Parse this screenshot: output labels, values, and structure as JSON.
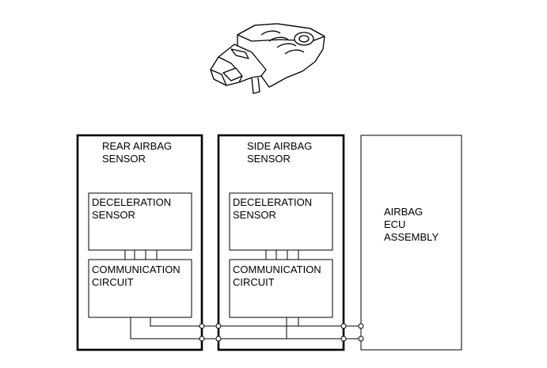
{
  "sensor_illustration": {
    "icon": "airbag-sensor-connector-icon"
  },
  "rear_sensor": {
    "title_line1": "REAR AIRBAG",
    "title_line2": "SENSOR",
    "decel_line1": "DECELERATION",
    "decel_line2": "SENSOR",
    "comm_line1": "COMMUNICATION",
    "comm_line2": "CIRCUIT"
  },
  "side_sensor": {
    "title_line1": "SIDE AIRBAG",
    "title_line2": "SENSOR",
    "decel_line1": "DECELERATION",
    "decel_line2": "SENSOR",
    "comm_line1": "COMMUNICATION",
    "comm_line2": "CIRCUIT"
  },
  "ecu": {
    "line1": "AIRBAG",
    "line2": "ECU",
    "line3": "ASSEMBLY"
  }
}
